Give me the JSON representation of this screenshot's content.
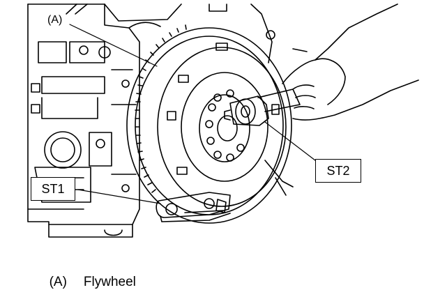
{
  "callouts": {
    "a": "(A)",
    "st1": "ST1",
    "st2": "ST2"
  },
  "caption": {
    "marker": "(A)",
    "text": "Flywheel"
  }
}
